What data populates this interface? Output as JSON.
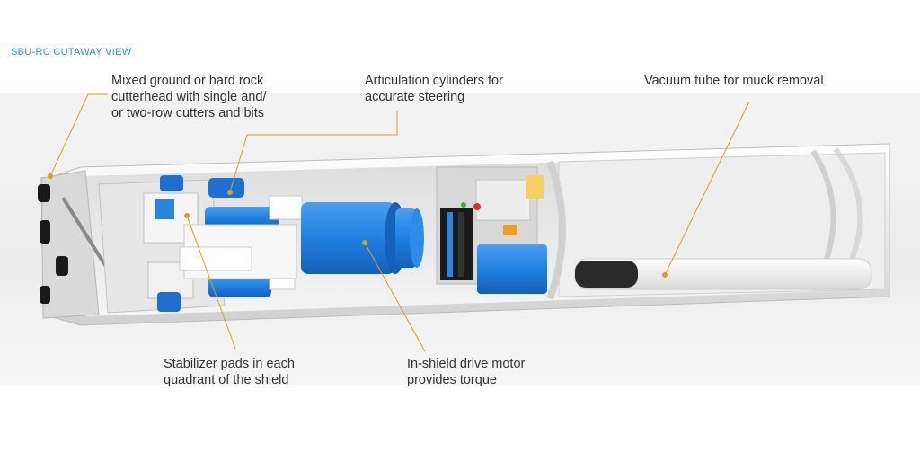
{
  "title": "SBU-RC CUTAWAY VIEW",
  "callouts": {
    "cutterhead": "Mixed ground or hard rock\ncutterhead with single and/\nor two-row cutters and bits",
    "articulation": "Articulation cylinders for\naccurate steering",
    "vacuum": "Vacuum tube for muck removal",
    "stabilizer": "Stabilizer pads in each\nquadrant of the shield",
    "motor": "In-shield drive motor\nprovides torque"
  },
  "colors": {
    "title": "#2b8fd6",
    "leader": "#d4a028",
    "machine_blue": "#1f7fe0",
    "text": "#333333"
  },
  "icons": [
    "leader-dot"
  ]
}
